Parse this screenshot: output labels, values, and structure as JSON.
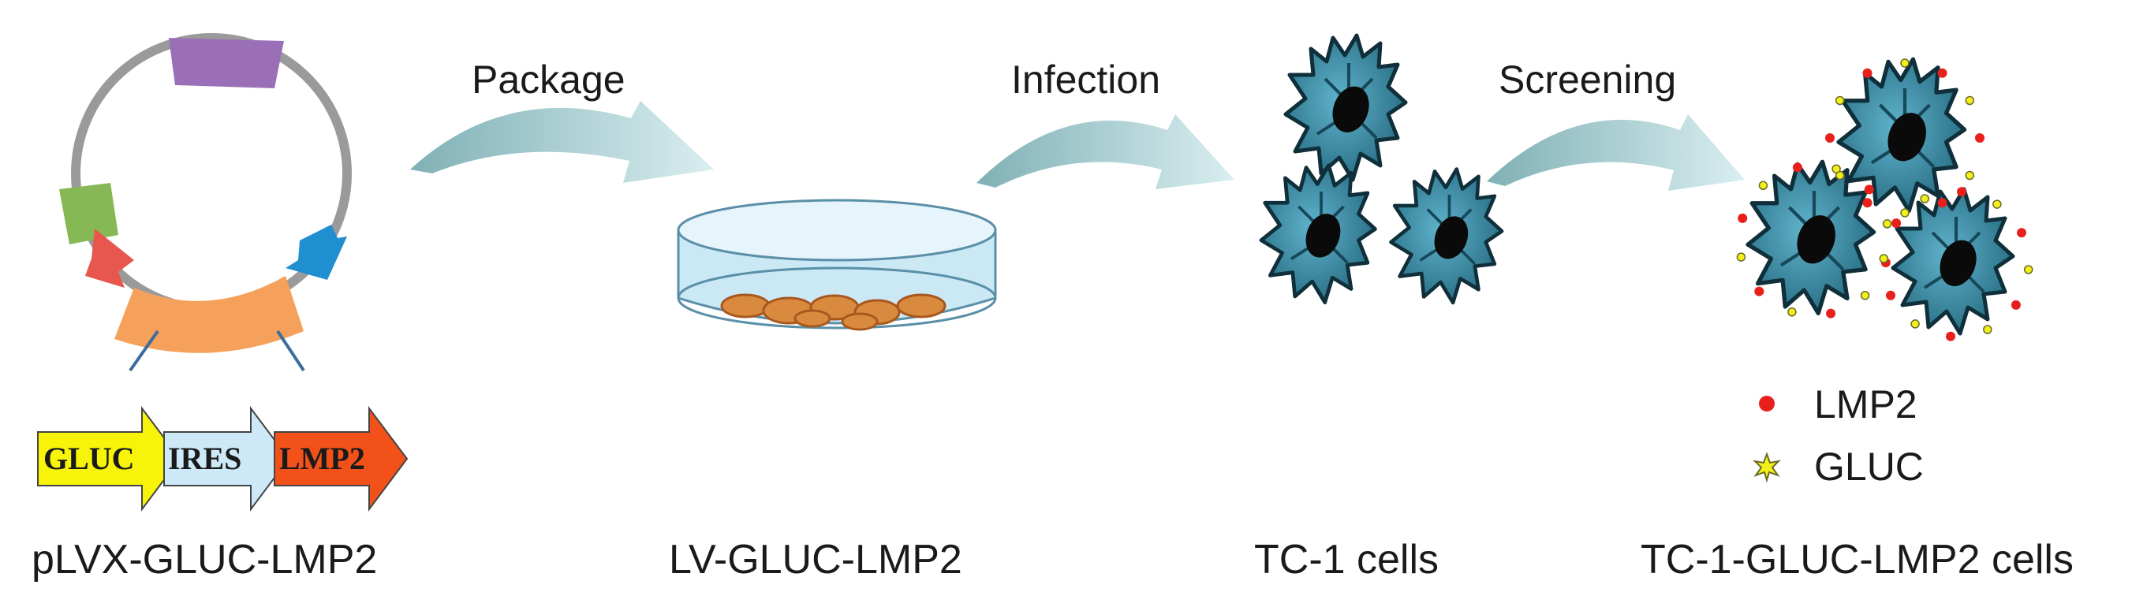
{
  "colors": {
    "teal_arrow": "#8fbcc0",
    "cell_fill": "#2e7d96",
    "cell_dark": "#0f2f3a",
    "lmp2_dot": "#e8201c",
    "gluc_star": "#f2ef1a",
    "ring_gray": "#9a9a9a",
    "purple": "#9b6fb8",
    "green": "#86b855",
    "red_arrow": "#e8574d",
    "orange": "#f5a15b",
    "blue_arrow": "#1f8fd0",
    "dish": "#cbe9f5",
    "gluc_block": "#f7f40a",
    "ires_block": "#cde9f8",
    "lmp2_block": "#f2521a"
  },
  "steps": [
    {
      "caption": "pLVX-GLUC-LMP2"
    },
    {
      "caption": "LV-GLUC-LMP2"
    },
    {
      "caption": "TC-1 cells"
    },
    {
      "caption": "TC-1-GLUC-LMP2 cells"
    }
  ],
  "process_arrows": [
    {
      "label": "Package"
    },
    {
      "label": "Infection"
    },
    {
      "label": "Screening"
    }
  ],
  "gene_cassette": [
    {
      "label": "GLUC"
    },
    {
      "label": "IRES"
    },
    {
      "label": "LMP2"
    }
  ],
  "legend": [
    {
      "label": "LMP2",
      "icon": "red-dot-icon"
    },
    {
      "label": "GLUC",
      "icon": "yellow-star-icon"
    }
  ]
}
